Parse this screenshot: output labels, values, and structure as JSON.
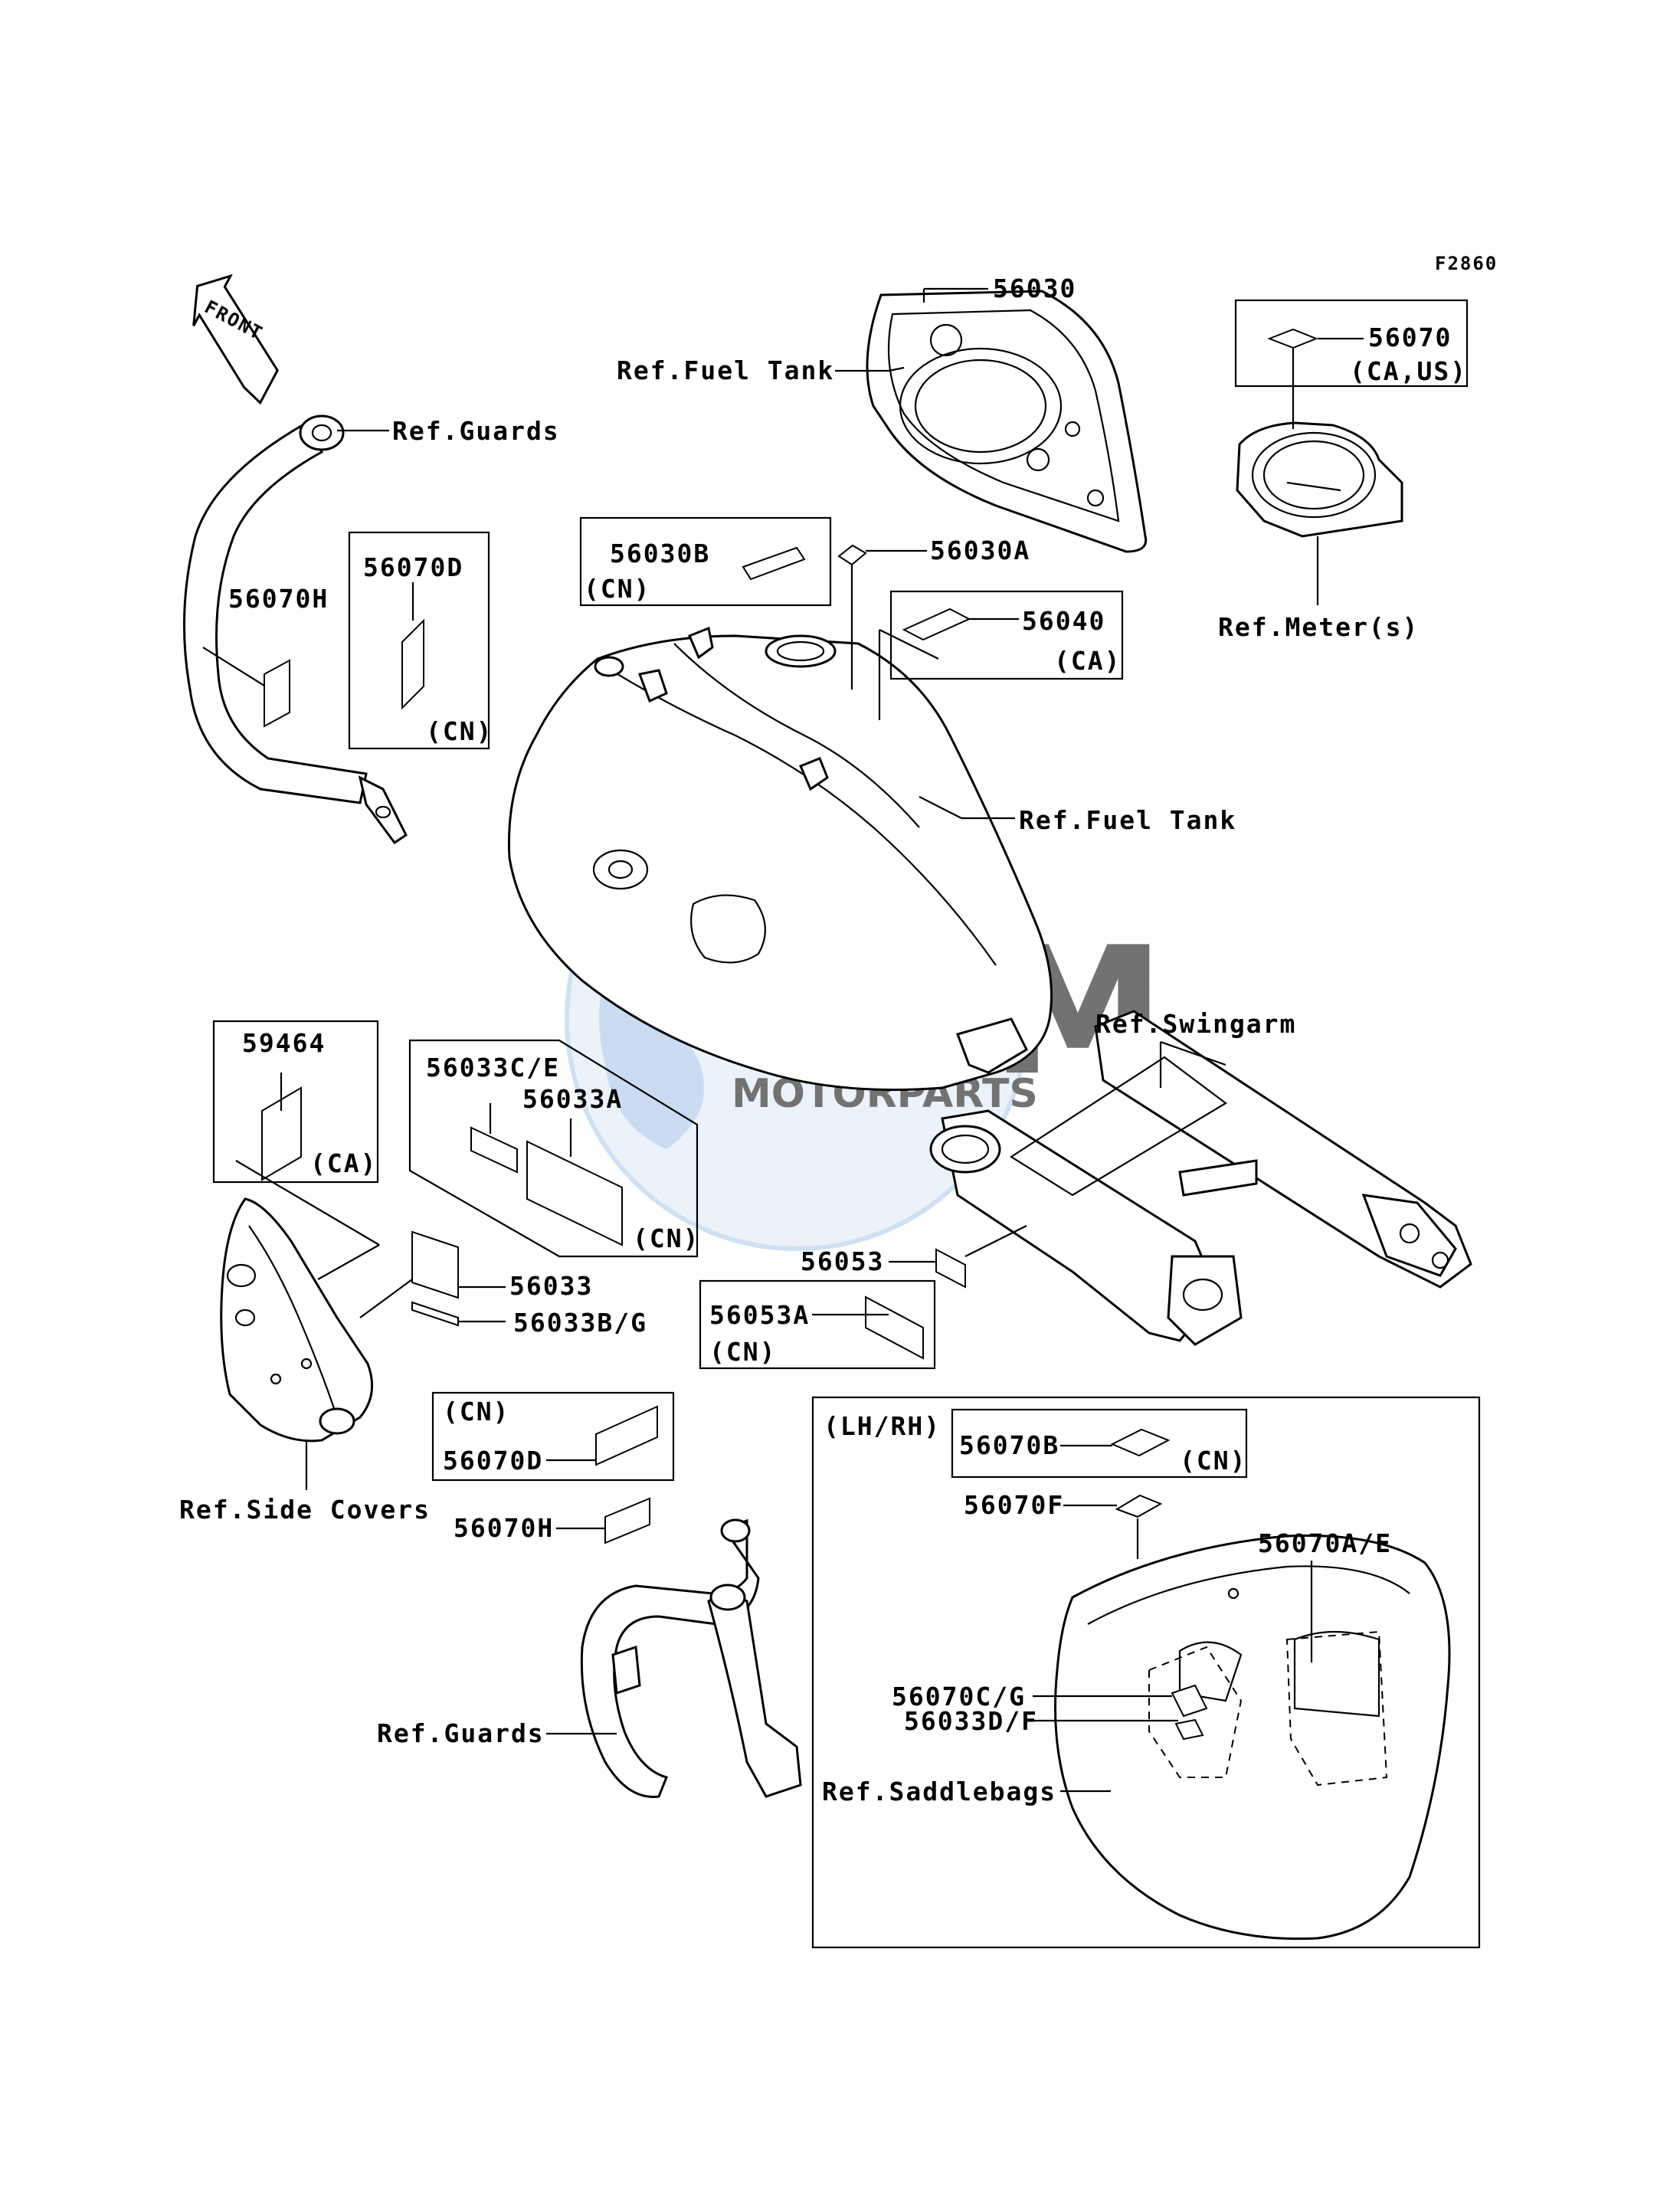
{
  "figure_code": "F2860",
  "front_arrow": "FRONT",
  "watermark": {
    "brand": "OEM",
    "sub": "MOTORPARTS",
    "color_blue": "#2f7fc9",
    "color_gray": "#9aa0a6"
  },
  "parts": {
    "p56030": "56030",
    "p56070": "56070",
    "p56070_note": "(CA,US)",
    "p56030B": "56030B",
    "p56030B_note": "(CN)",
    "p56030A": "56030A",
    "p56040": "56040",
    "p56040_note": "(CA)",
    "p56070H_top": "56070H",
    "p56070D_top": "56070D",
    "p56070D_top_note": "(CN)",
    "p59464": "59464",
    "p59464_note": "(CA)",
    "p56033CE": "56033C/E",
    "p56033A": "56033A",
    "p56033A_note": "(CN)",
    "p56033": "56033",
    "p56033BG": "56033B/G",
    "p56053": "56053",
    "p56053A": "56053A",
    "p56053A_note": "(CN)",
    "p56070D_mid_note": "(CN)",
    "p56070D_mid": "56070D",
    "p56070H_mid": "56070H",
    "lhrh": "(LH/RH)",
    "p56070B": "56070B",
    "p56070B_note": "(CN)",
    "p56070F": "56070F",
    "p56070AE": "56070A/E",
    "p56070CG": "56070C/G",
    "p56033DF": "56033D/F"
  },
  "refs": {
    "fuel_tank_top": "Ref.Fuel Tank",
    "fuel_tank_mid": "Ref.Fuel Tank",
    "guards_top": "Ref.Guards",
    "guards_bottom": "Ref.Guards",
    "meter": "Ref.Meter(s)",
    "swingarm": "Ref.Swingarm",
    "side_covers": "Ref.Side Covers",
    "saddlebags": "Ref.Saddlebags"
  }
}
